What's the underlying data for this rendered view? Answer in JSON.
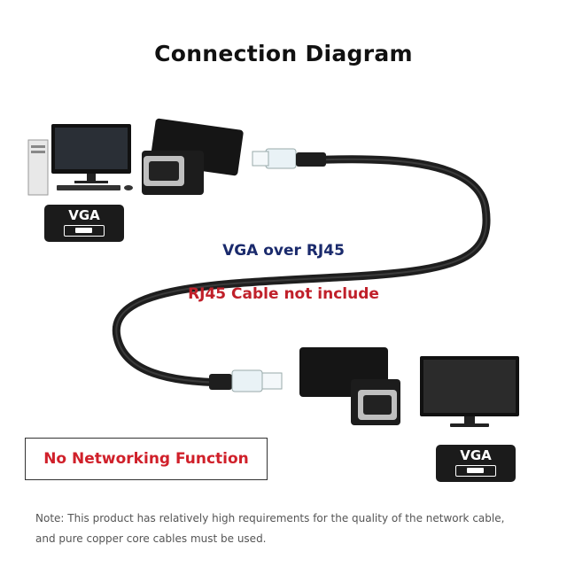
{
  "title": "Connection Diagram",
  "labels": {
    "transmission": "VGA over RJ45",
    "cable_note": "RJ45 Cable not include",
    "warning": "No Networking Function",
    "badge_left": "VGA",
    "badge_right": "VGA"
  },
  "note": {
    "line1": "Note: This product has relatively high requirements for the quality of the network cable,",
    "line2": "and pure copper core cables must be used."
  },
  "colors": {
    "title": "#111111",
    "transmission": "#1a2a6c",
    "warning": "#c0202a",
    "cable": "#1e1e1e"
  },
  "icons": [
    "desktop-computer-icon",
    "monitor-icon",
    "vga-port-icon",
    "rj45-plug-icon",
    "vga-adapter-icon"
  ]
}
